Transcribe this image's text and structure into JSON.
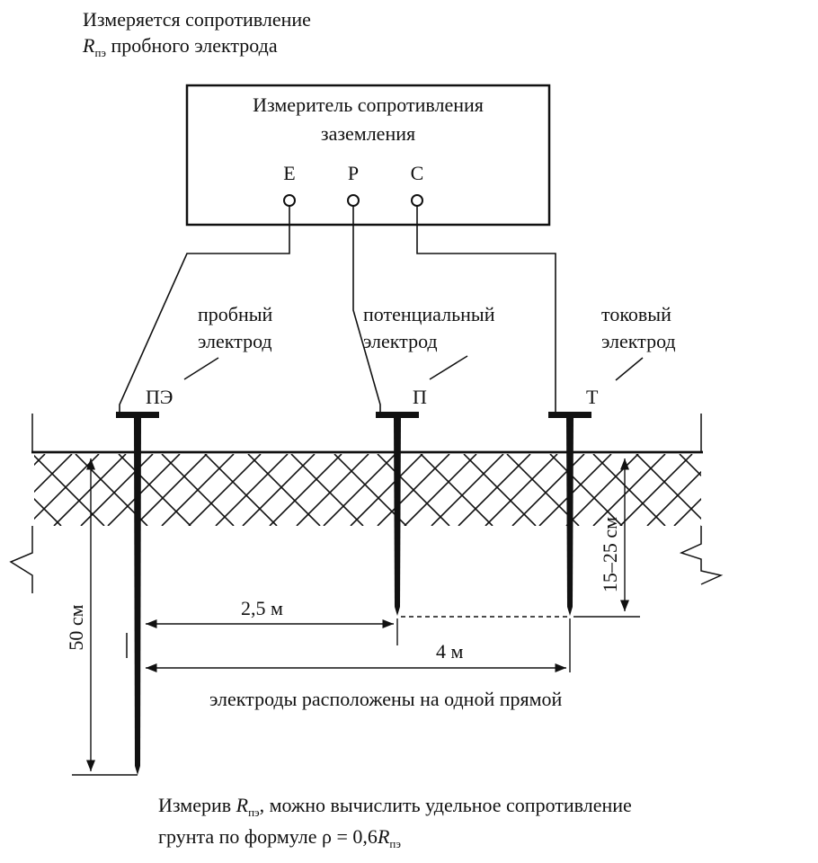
{
  "caption_top": {
    "line1": "Измеряется сопротивление",
    "symbol": "R",
    "symbol_sub": "пэ",
    "line2_rest": " пробного электрода"
  },
  "meter": {
    "title_line1": "Измеритель сопротивления",
    "title_line2": "заземления",
    "terminals": [
      "E",
      "P",
      "C"
    ]
  },
  "electrodes": {
    "probe": {
      "label1": "пробный",
      "label2": "электрод",
      "code": "ПЭ"
    },
    "potential": {
      "label1": "потенциальный",
      "label2": "электрод",
      "code": "П"
    },
    "current": {
      "label1": "токовый",
      "label2": "электрод",
      "code": "Т"
    }
  },
  "dimensions": {
    "depth_probe": "50 см",
    "depth_small": "15–25 см",
    "dist_potential": "2,5 м",
    "dist_current": "4 м"
  },
  "note_line": "электроды расположены на одной прямой",
  "caption_bottom": {
    "part1": "Измерив ",
    "symbol": "R",
    "symbol_sub": "пэ",
    "part2": ", можно вычислить удельное сопротивление",
    "line2": "грунта по формуле ρ = 0,6",
    "symbol2": "R",
    "symbol2_sub": "пэ"
  },
  "colors": {
    "ink": "#111111",
    "background": "#ffffff"
  }
}
